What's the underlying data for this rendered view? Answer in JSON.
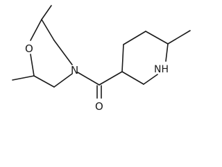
{
  "diagram_type": "skeletal-structure",
  "colors": {
    "ink": "#1a1a1a",
    "background": "#ffffff"
  },
  "atoms": {
    "morpholine_oxygen": "O",
    "morpholine_nitrogen": "N",
    "piperidine_nh": "NH",
    "carbonyl_oxygen": "O"
  }
}
